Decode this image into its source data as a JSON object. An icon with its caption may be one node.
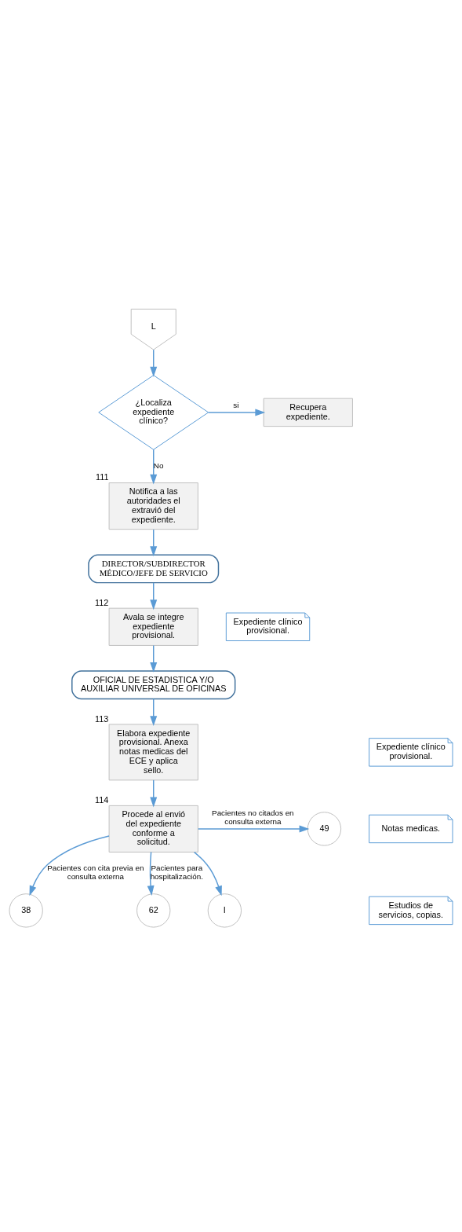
{
  "diagram": {
    "nodes": [
      {
        "text": [
          "L"
        ]
      },
      {
        "text": [
          "¿Localiza expediente clínico?"
        ]
      },
      {
        "text": [
          "Recupera expediente."
        ]
      },
      {
        "text": [
          "Notifica a las autoridades el extravió del expediente."
        ],
        "beside": [
          "111"
        ]
      },
      {
        "text": [
          "DIRECTOR/SUBDIRECTOR MÉDICO/JEFE DE SERVICIO"
        ]
      },
      {
        "text": [
          "Avala se integre expediente provisional."
        ],
        "beside": [
          "112"
        ]
      },
      {
        "text": [
          "Expediente clínico provisional."
        ]
      },
      {
        "text": [
          "OFICIAL DE ESTADISTICA Y/O AUXILIAR UNIVERSAL DE OFICINAS"
        ]
      },
      {
        "text": [
          "Elabora expediente provisional. Anexa notas medicas del ECE y aplica sello."
        ],
        "beside": [
          "113"
        ]
      },
      {
        "text": [
          "Expediente clínico provisional."
        ]
      },
      {
        "text": [
          "Notas medicas."
        ]
      },
      {
        "text": [
          "Estudios de servicios, copias."
        ]
      },
      {
        "text": [
          "Procede al envió del expediente conforme a solicitud."
        ],
        "beside": [
          "114"
        ]
      },
      {
        "text": [
          "38"
        ]
      },
      {
        "text": [
          "49"
        ]
      },
      {
        "text": [
          "62"
        ]
      },
      {
        "text": [
          "I"
        ]
      }
    ],
    "edges": [
      {
        "from": 0,
        "to": 1,
        "arrow": "to"
      },
      {
        "from": 1,
        "to": 2,
        "arrow": "to",
        "label": "si"
      },
      {
        "from": 1,
        "to": 3,
        "arrow": "to",
        "label": "No"
      },
      {
        "from": 3,
        "to": 4,
        "arrow": "to"
      },
      {
        "from": 4,
        "to": 5,
        "arrow": "to"
      },
      {
        "from": 5,
        "to": 7,
        "arrow": "to"
      },
      {
        "from": 7,
        "to": 8,
        "arrow": "to"
      },
      {
        "from": 8,
        "to": 12,
        "arrow": "to"
      },
      {
        "from": 12,
        "to": 13,
        "arrow": "to",
        "label": "Pacientes con cita previa en consulta externa"
      },
      {
        "from": 12,
        "to": 14,
        "arrow": "to",
        "label": "Pacientes no citados en consulta externa"
      },
      {
        "from": 12,
        "to": 15,
        "arrow": "to",
        "label": "Pacientes para hospitalización."
      },
      {
        "from": 12,
        "to": 16,
        "arrow": "to"
      }
    ]
  }
}
